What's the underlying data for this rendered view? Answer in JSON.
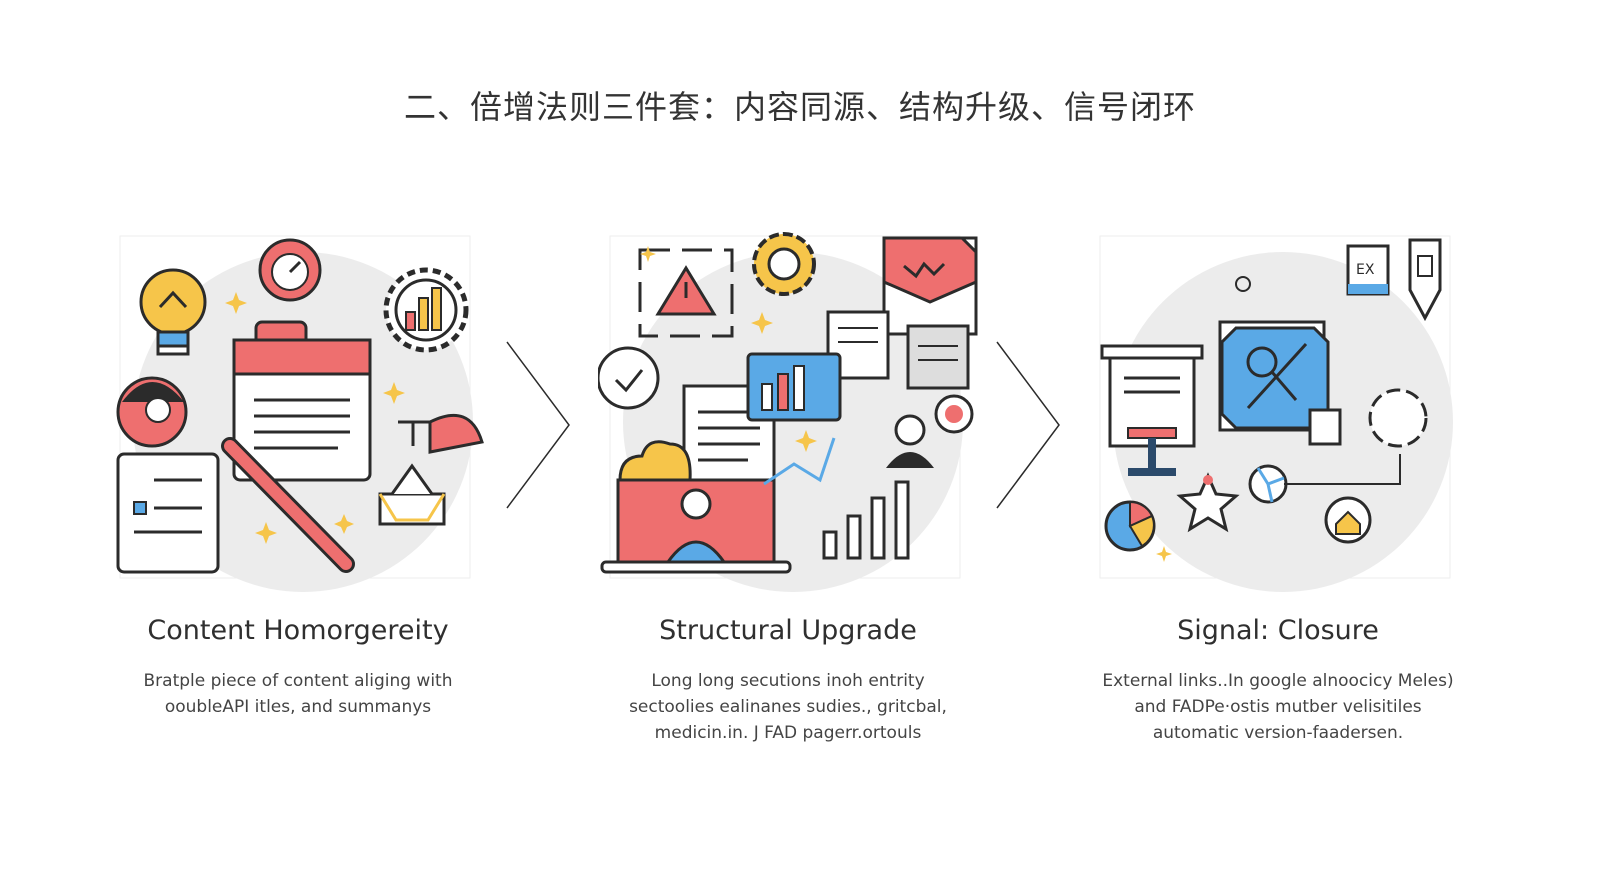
{
  "title": "二、倍增法则三件套：内容同源、结构升级、信号闭环",
  "colors": {
    "accent_red": "#ee6f6f",
    "accent_yellow": "#f6c54a",
    "accent_blue": "#5aa9e6",
    "line": "#2b2b2b",
    "bg_circle": "#ececec"
  },
  "cards": [
    {
      "heading": "Content Homorgereity",
      "desc_lines": [
        "Bratple piece of content aliging with",
        "ooubleAPI itles, and summanys"
      ],
      "icons": [
        "lightbulb-icon",
        "gauge-icon",
        "gear-chart-icon",
        "document-icon",
        "pen-icon"
      ]
    },
    {
      "heading": "Structural Upgrade",
      "desc_lines": [
        "Long long secutions inoh entrity",
        "sectoolies ealinanes sudies., gritcbal,",
        "medicin.in. J FAD pagerr.ortouls"
      ],
      "icons": [
        "warning-icon",
        "color-wheel-icon",
        "envelope-icon",
        "laptop-user-icon",
        "bar-chart-icon"
      ]
    },
    {
      "heading": "Signal: Closure",
      "desc_lines": [
        "External links..In google alnoocicy Meles)",
        "and FADPe·ostis mutber velisitiles",
        "automatic version-faadersen."
      ],
      "icons": [
        "presentation-icon",
        "search-icon",
        "pie-chart-icon",
        "home-icon",
        "pencil-icon"
      ]
    }
  ]
}
